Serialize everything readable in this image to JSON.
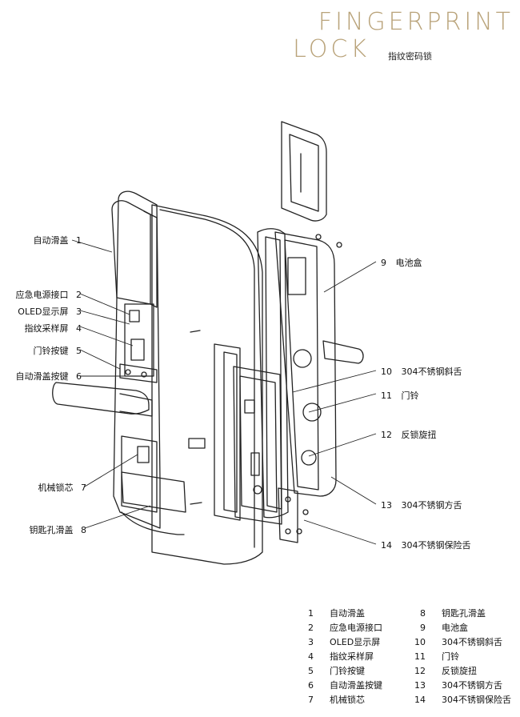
{
  "brand": {
    "line1": "FINGERPRINT",
    "line2": "LOCK",
    "subtitle": "指纹密码锁"
  },
  "callouts_left": [
    {
      "num": "1",
      "label": "自动滑盖"
    },
    {
      "num": "2",
      "label": "应急电源接口"
    },
    {
      "num": "3",
      "label": "OLED显示屏"
    },
    {
      "num": "4",
      "label": "指纹采样屏"
    },
    {
      "num": "5",
      "label": "门铃按键"
    },
    {
      "num": "6",
      "label": "自动滑盖按键"
    },
    {
      "num": "7",
      "label": "机械锁芯"
    },
    {
      "num": "8",
      "label": "钥匙孔滑盖"
    }
  ],
  "callouts_right": [
    {
      "num": "9",
      "label": "电池盒"
    },
    {
      "num": "10",
      "label": "304不锈钢斜舌"
    },
    {
      "num": "11",
      "label": "门铃"
    },
    {
      "num": "12",
      "label": "反锁旋扭"
    },
    {
      "num": "13",
      "label": "304不锈钢方舌"
    },
    {
      "num": "14",
      "label": "304不锈钢保险舌"
    }
  ],
  "legend": [
    {
      "num": "1",
      "label": "自动滑盖"
    },
    {
      "num": "2",
      "label": "应急电源接口"
    },
    {
      "num": "3",
      "label": "OLED显示屏"
    },
    {
      "num": "4",
      "label": "指纹采样屏"
    },
    {
      "num": "5",
      "label": "门铃按键"
    },
    {
      "num": "6",
      "label": "自动滑盖按键"
    },
    {
      "num": "7",
      "label": "机械锁芯"
    },
    {
      "num": "8",
      "label": "钥匙孔滑盖"
    },
    {
      "num": "9",
      "label": "电池盒"
    },
    {
      "num": "10",
      "label": "304不锈钢斜舌"
    },
    {
      "num": "11",
      "label": "门铃"
    },
    {
      "num": "12",
      "label": "反锁旋扭"
    },
    {
      "num": "13",
      "label": "304不锈钢方舌"
    },
    {
      "num": "14",
      "label": "304不锈钢保险舌"
    }
  ]
}
